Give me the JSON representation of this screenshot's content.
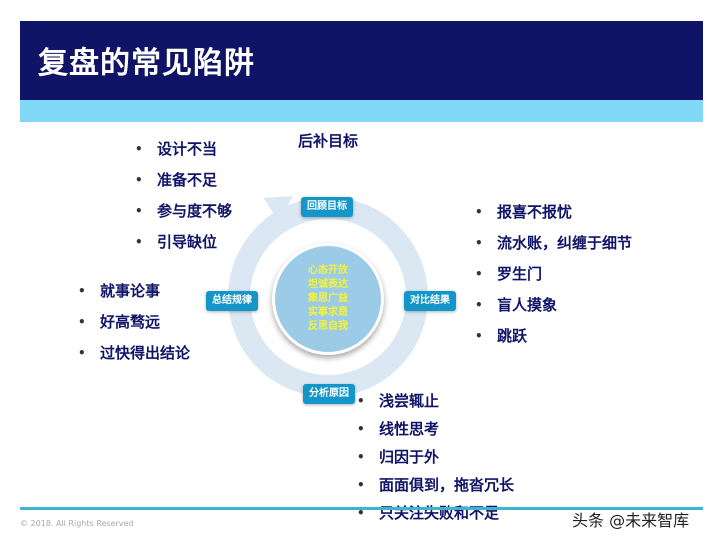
{
  "header": {
    "title": "复盘的常见陷阱"
  },
  "cycle": {
    "top_label": "后补目标",
    "nodes": [
      "回顾目标",
      "对比结果",
      "分析原因",
      "总结规律"
    ],
    "center": [
      "心态开放",
      "坦诚表达",
      "集思广益",
      "实事求是",
      "反思自我"
    ]
  },
  "lists": {
    "top_left": [
      "设计不当",
      "准备不足",
      "参与度不够",
      "引导缺位"
    ],
    "left": [
      "就事论事",
      "好高骛远",
      "过快得出结论"
    ],
    "right": [
      "报喜不报忧",
      "流水账，纠缠于细节",
      "罗生门",
      "盲人摸象",
      "跳跃"
    ],
    "bottom": [
      "浅尝辄止",
      "线性思考",
      "归因于外",
      "面面俱到，拖沓冗长",
      "只关注失败和不足"
    ]
  },
  "footer": {
    "copyright": "© 2018. All Rights Reserved",
    "watermark": "头条 @未来智库"
  },
  "colors": {
    "navy": "#101466",
    "cyan": "#80d8f6",
    "node": "#1496c8"
  }
}
